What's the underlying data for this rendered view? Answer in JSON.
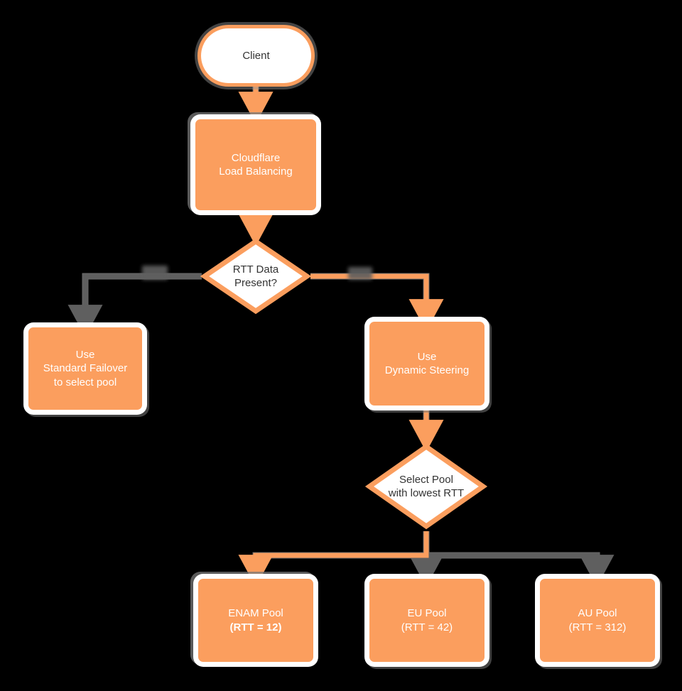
{
  "diagram": {
    "title": "Cloudflare Load Balancing RTT steering flowchart",
    "colors": {
      "node_fill": "#fb9e5e",
      "node_text": "#ffffff",
      "decision_fill": "#ffffff",
      "decision_text": "#333333",
      "edge_highlight": "#fb9e5e",
      "edge_default": "#5f5f5f",
      "background": "#000000"
    },
    "nodes": {
      "client": {
        "label": "Client",
        "shape": "stadium"
      },
      "lb": {
        "line1": "Cloudflare",
        "line2": "Load Balancing",
        "shape": "rect"
      },
      "rtt_decision": {
        "line1": "RTT Data",
        "line2": "Present?",
        "shape": "diamond"
      },
      "failover": {
        "line1": "Use",
        "line2": "Standard Failover",
        "line3": "to select pool",
        "shape": "rect"
      },
      "dynamic": {
        "line1": "Use",
        "line2": "Dynamic Steering",
        "shape": "rect"
      },
      "select_pool": {
        "line1": "Select Pool",
        "line2": "with lowest RTT",
        "shape": "diamond"
      },
      "enam": {
        "line1": "ENAM Pool",
        "line2": "(RTT = 12)",
        "bold_part": "RTT = 12",
        "shape": "rect"
      },
      "eu": {
        "line1": "EU Pool",
        "line2": "(RTT = 42)",
        "shape": "rect"
      },
      "au": {
        "line1": "AU Pool",
        "line2": "(RTT = 312)",
        "shape": "rect"
      }
    },
    "edges": [
      {
        "from": "client",
        "to": "lb",
        "style": "highlight",
        "label": ""
      },
      {
        "from": "lb",
        "to": "rtt_decision",
        "style": "highlight",
        "label": ""
      },
      {
        "from": "rtt_decision",
        "to": "failover",
        "style": "default",
        "label": ""
      },
      {
        "from": "rtt_decision",
        "to": "dynamic",
        "style": "highlight",
        "label": ""
      },
      {
        "from": "dynamic",
        "to": "select_pool",
        "style": "highlight",
        "label": ""
      },
      {
        "from": "select_pool",
        "to": "enam",
        "style": "highlight",
        "label": ""
      },
      {
        "from": "select_pool",
        "to": "eu",
        "style": "default",
        "label": ""
      },
      {
        "from": "select_pool",
        "to": "au",
        "style": "default",
        "label": ""
      }
    ]
  }
}
